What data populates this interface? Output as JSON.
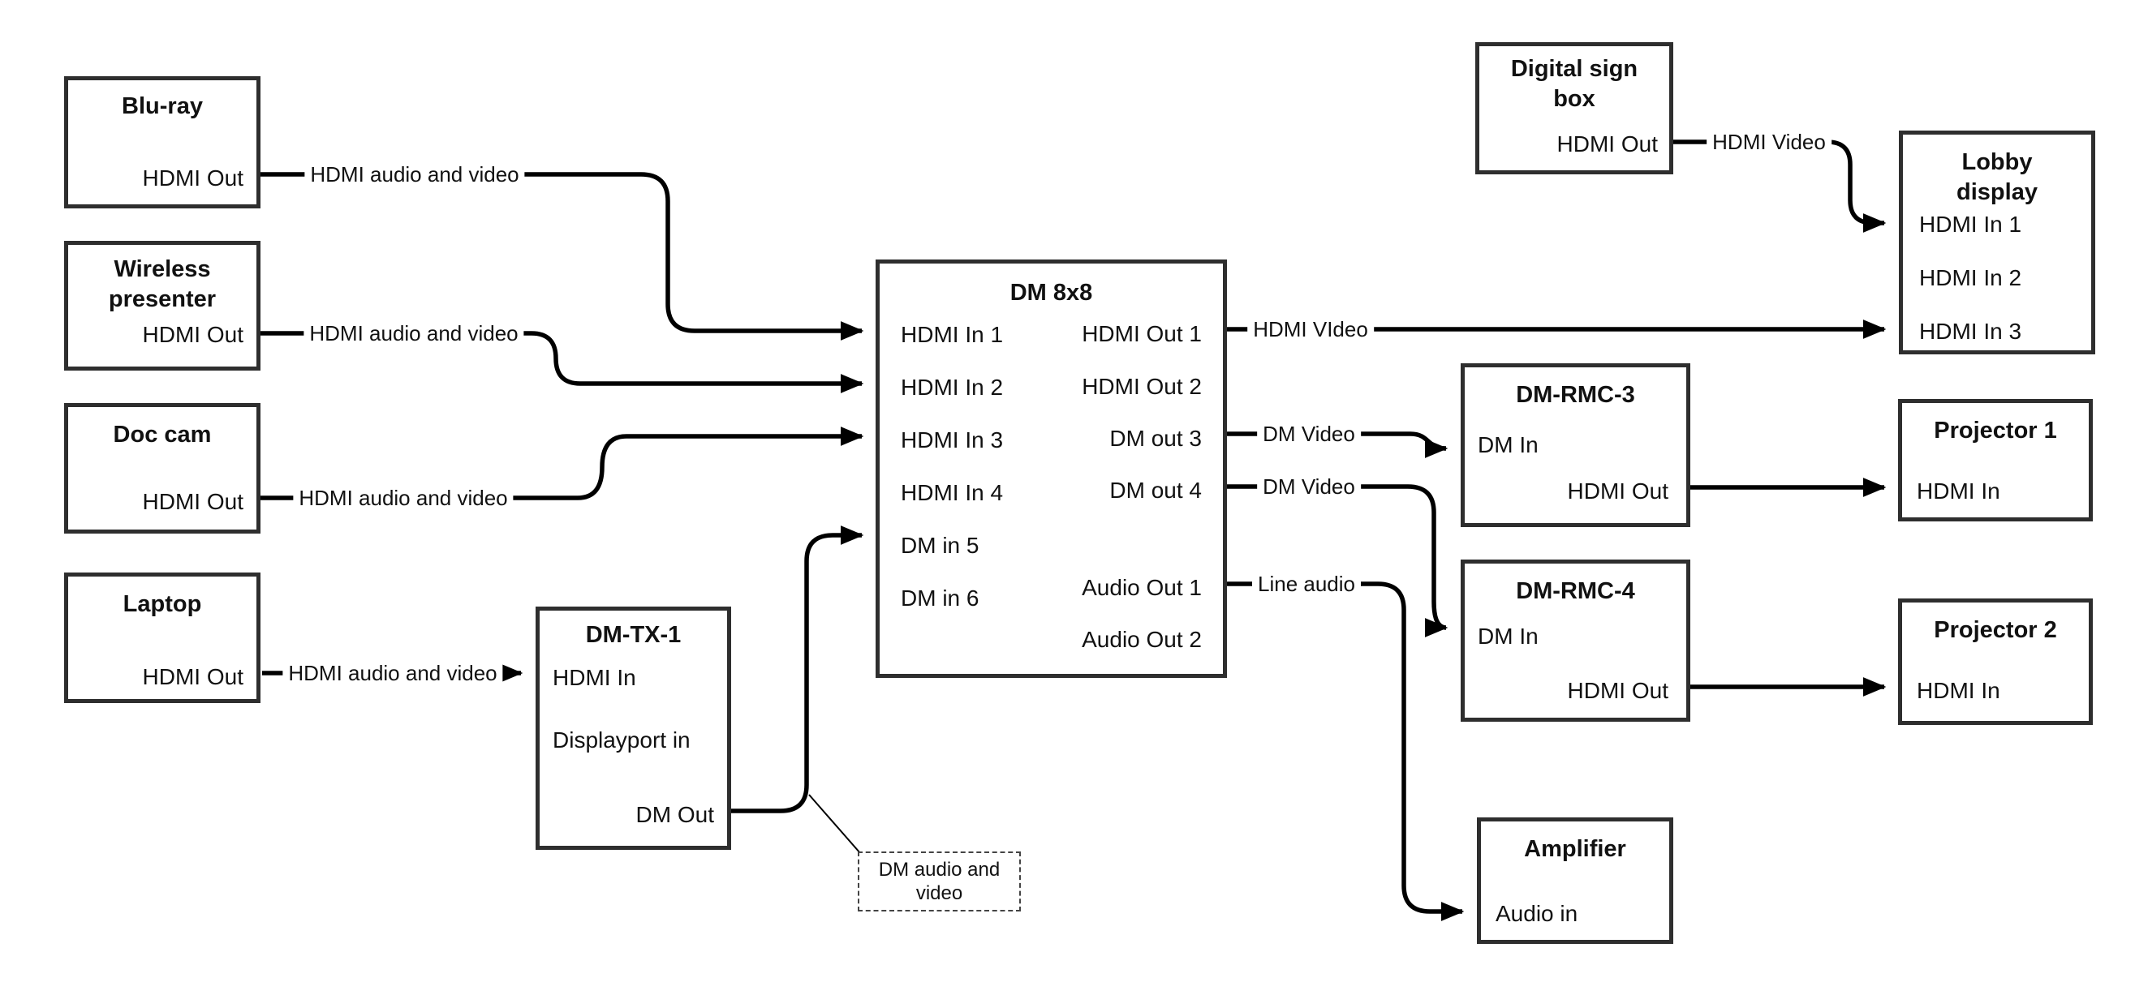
{
  "nodes": {
    "bluray": {
      "title": [
        "Blu-ray"
      ],
      "ports": {
        "out": "HDMI Out"
      }
    },
    "wireless": {
      "title": [
        "Wireless",
        "presenter"
      ],
      "ports": {
        "out": "HDMI Out"
      }
    },
    "doccam": {
      "title": [
        "Doc cam"
      ],
      "ports": {
        "out": "HDMI Out"
      }
    },
    "laptop": {
      "title": [
        "Laptop"
      ],
      "ports": {
        "out": "HDMI Out"
      }
    },
    "dmtx1": {
      "title": [
        "DM-TX-1"
      ],
      "ports": {
        "hdmi_in": "HDMI In",
        "dp_in": "Displayport in",
        "dm_out": "DM Out"
      }
    },
    "dm8x8": {
      "title": [
        "DM 8x8"
      ],
      "ports": {
        "in1": "HDMI In 1",
        "in2": "HDMI In 2",
        "in3": "HDMI In 3",
        "in4": "HDMI In 4",
        "in5": "DM in 5",
        "in6": "DM in 6",
        "out1": "HDMI Out 1",
        "out2": "HDMI Out 2",
        "out3": "DM out 3",
        "out4": "DM out 4",
        "aout1": "Audio Out 1",
        "aout2": "Audio Out 2"
      }
    },
    "digital_sign": {
      "title": [
        "Digital sign",
        "box"
      ],
      "ports": {
        "out": "HDMI Out"
      }
    },
    "lobby": {
      "title": [
        "Lobby",
        "display"
      ],
      "ports": {
        "in1": "HDMI In 1",
        "in2": "HDMI In 2",
        "in3": "HDMI In 3"
      }
    },
    "dmrmc3": {
      "title": [
        "DM-RMC-3"
      ],
      "ports": {
        "dm_in": "DM In",
        "hdmi_out": "HDMI Out"
      }
    },
    "proj1": {
      "title": [
        "Projector 1"
      ],
      "ports": {
        "in": "HDMI In"
      }
    },
    "dmrmc4": {
      "title": [
        "DM-RMC-4"
      ],
      "ports": {
        "dm_in": "DM In",
        "hdmi_out": "HDMI Out"
      }
    },
    "proj2": {
      "title": [
        "Projector 2"
      ],
      "ports": {
        "in": "HDMI In"
      }
    },
    "amplifier": {
      "title": [
        "Amplifier"
      ],
      "ports": {
        "in": "Audio in"
      }
    }
  },
  "edges": {
    "bluray_to_dm": "HDMI audio and video",
    "wireless_to_dm": "HDMI audio and video",
    "doccam_to_dm": "HDMI audio and video",
    "laptop_to_tx": "HDMI audio and video",
    "out1_to_lobby": "HDMI VIdeo",
    "sign_to_lobby": "HDMI Video",
    "out3_to_rmc3": "DM Video",
    "out4_to_rmc4": "DM Video",
    "audio_to_amp": "Line audio",
    "callout": "DM audio and video"
  },
  "colors": {
    "line": "#000000",
    "box_border": "#2e2e2e",
    "background": "#ffffff"
  }
}
